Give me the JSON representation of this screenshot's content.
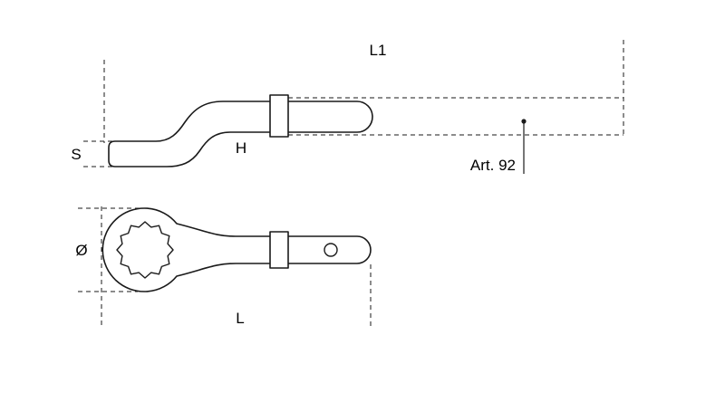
{
  "diagram": {
    "title": "Offset ring wrench technical drawing",
    "colors": {
      "background": "#ffffff",
      "line": "#1a1a1a"
    },
    "labels": {
      "overall_length_with_extension": "L1",
      "ring_thickness": "S",
      "offset_height": "H",
      "extension_article": "Art. 92",
      "ring_diameter": "Ø",
      "wrench_length": "L"
    }
  }
}
